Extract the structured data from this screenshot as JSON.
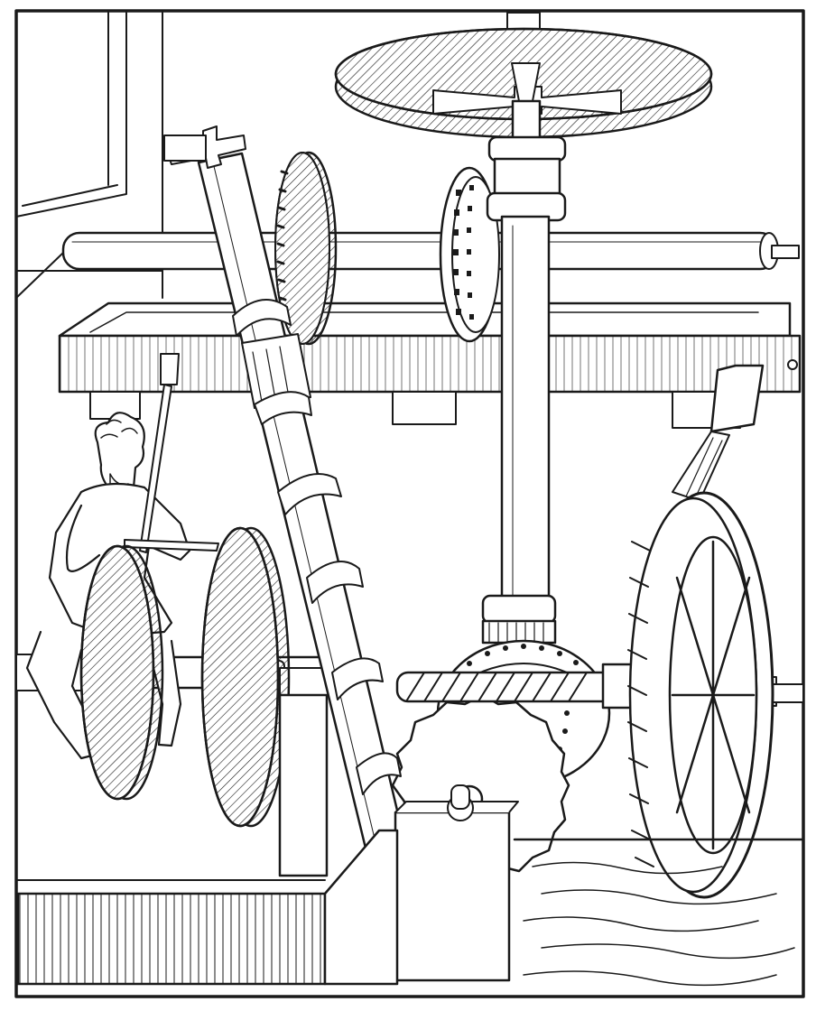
{
  "artwork": {
    "kind": "line-illustration",
    "style": "black ink coloring-page engraving",
    "colors": {
      "ink": "#1a1a1a",
      "paper": "#ffffff"
    },
    "subject_parts": [
      "horizontal-millstone",
      "vertical-main-shaft",
      "upper-crown-gear",
      "upper-horizontal-axle",
      "inclined-worm-shaft",
      "lower-worm-gear",
      "lower-crown-gear",
      "undershot-water-wheel",
      "water-chute",
      "water-channel",
      "flywheel-pair",
      "seated-worker",
      "wooden-frame",
      "stone-block"
    ]
  }
}
